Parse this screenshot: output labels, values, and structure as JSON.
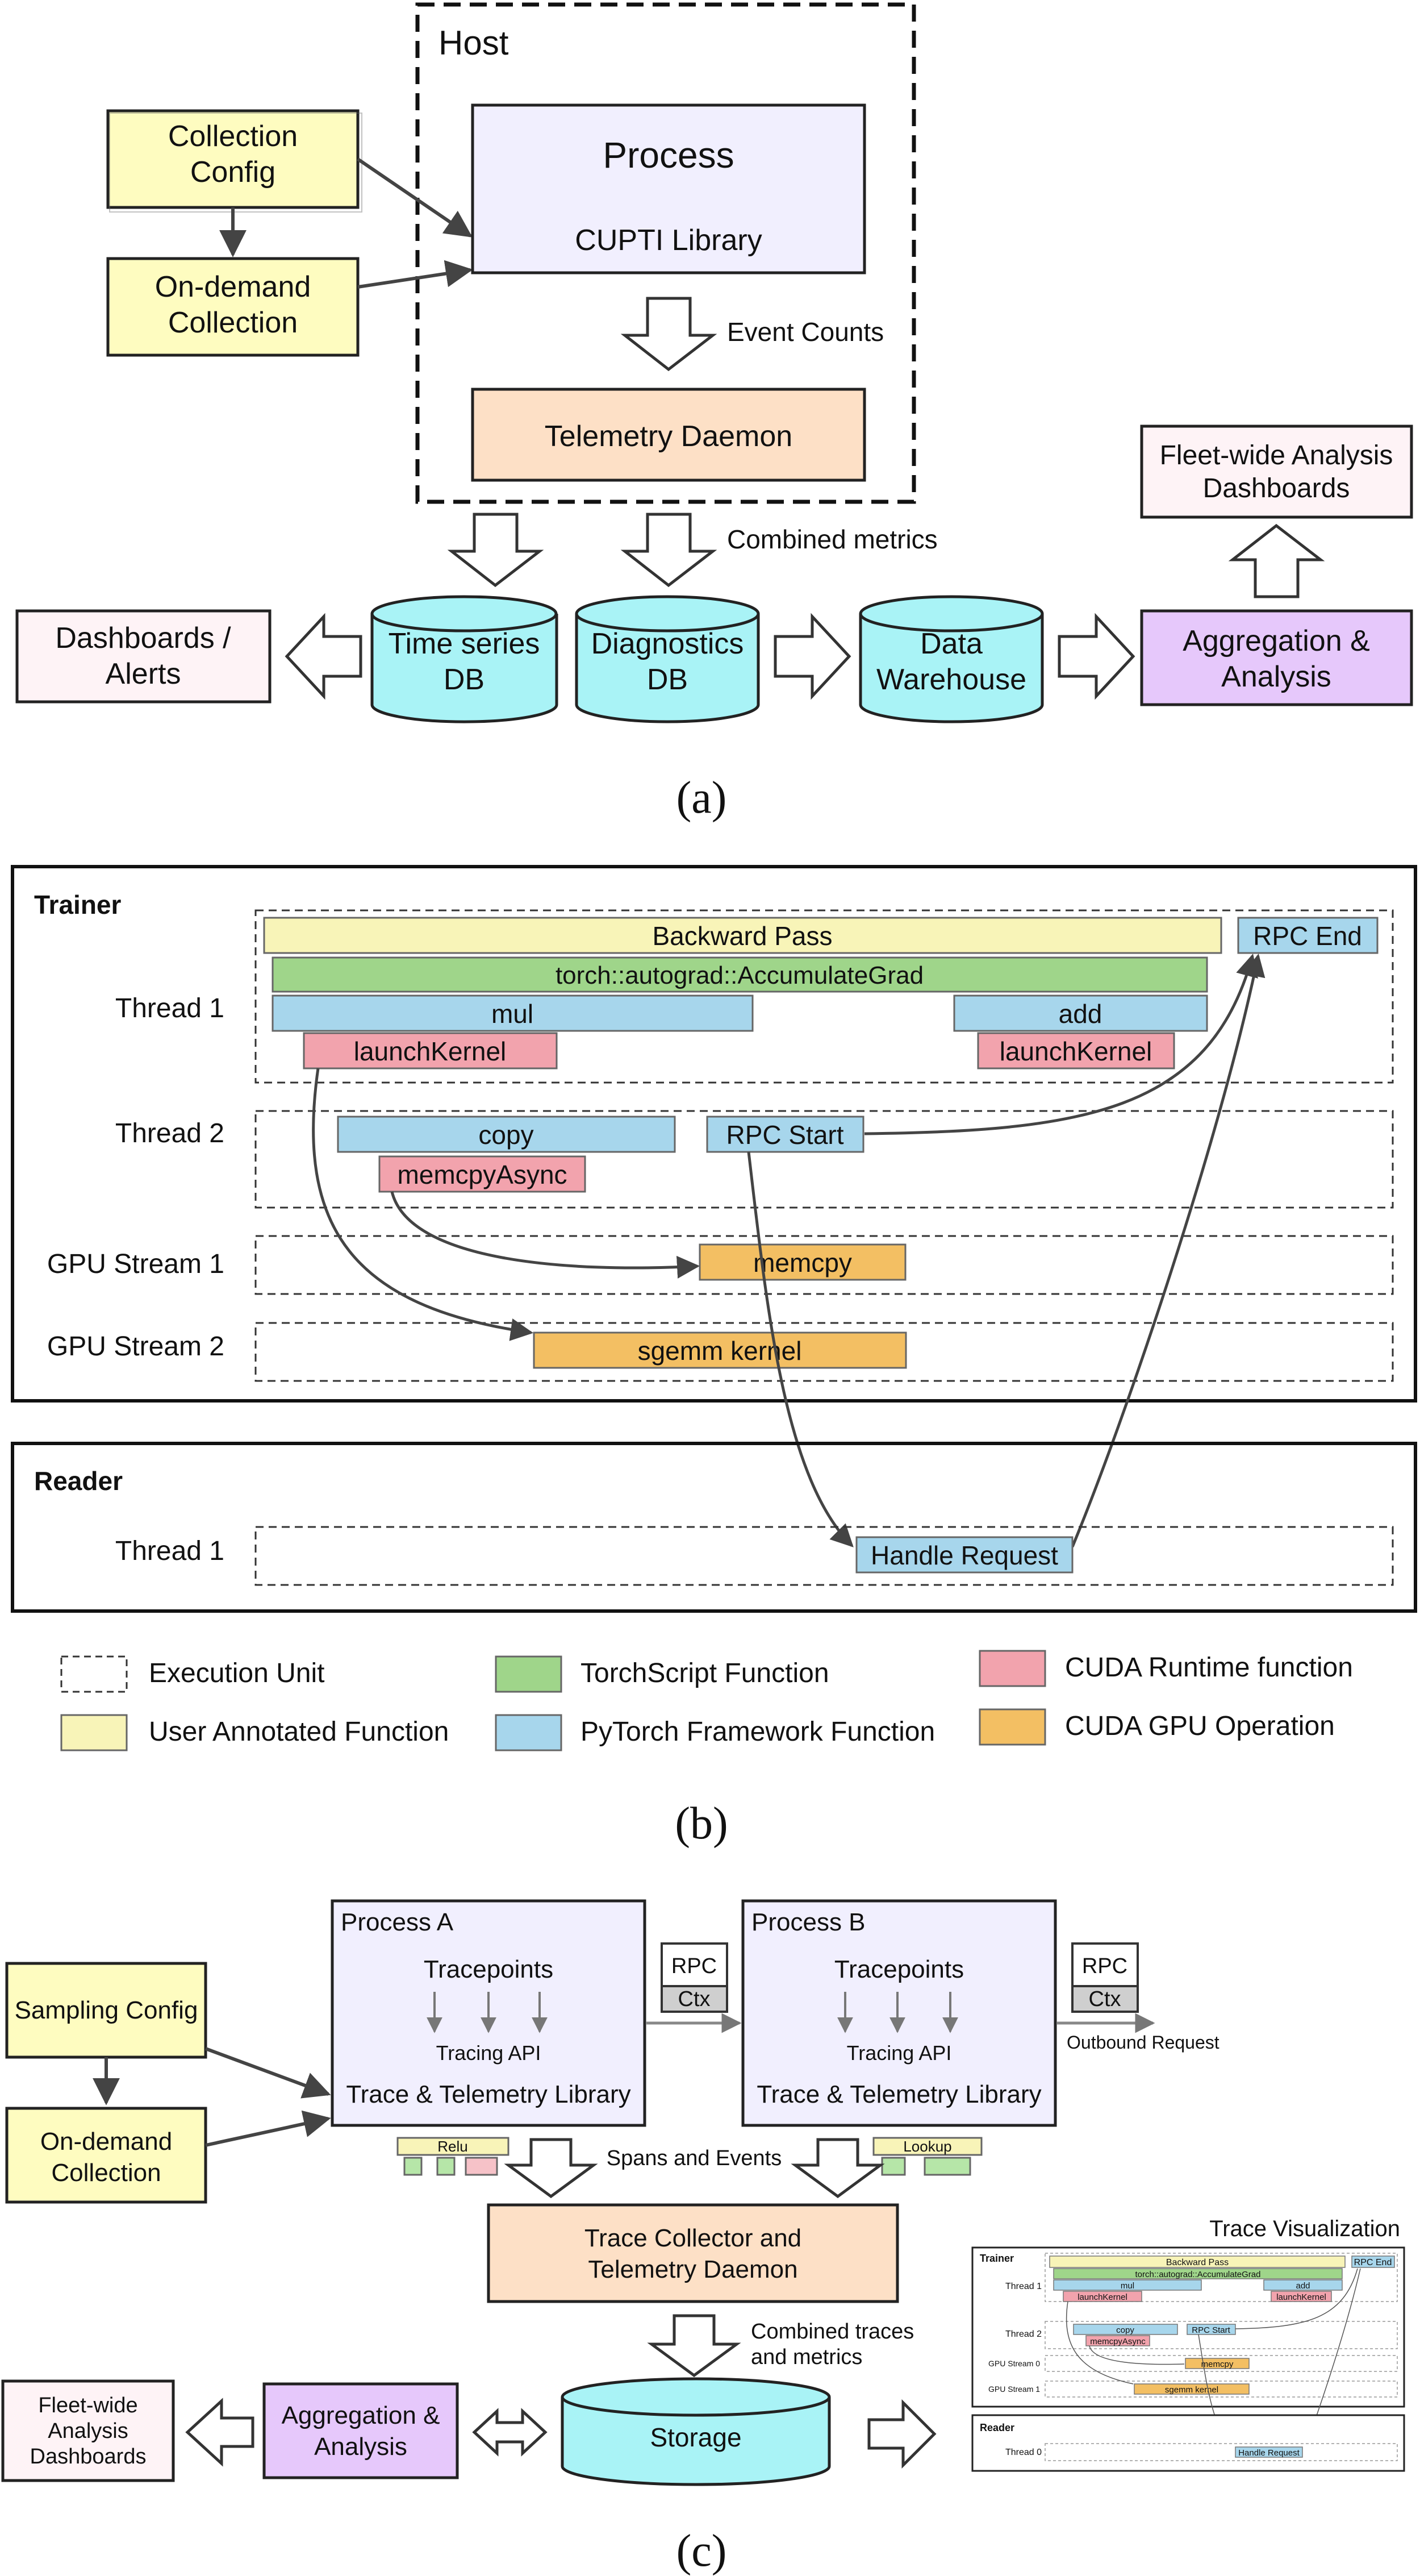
{
  "a": {
    "host": "Host",
    "collection_config": [
      "Collection",
      "Config"
    ],
    "on_demand": [
      "On-demand",
      "Collection"
    ],
    "process_title": "Process",
    "process_lib": "CUPTI Library",
    "event_counts": "Event Counts",
    "telemetry": "Telemetry Daemon",
    "combined": "Combined metrics",
    "dashboards_alerts": [
      "Dashboards /",
      "Alerts"
    ],
    "tsdb": [
      "Time series",
      "DB"
    ],
    "diagdb": [
      "Diagnostics",
      "DB"
    ],
    "warehouse": [
      "Data",
      "Warehouse"
    ],
    "aggregation": [
      "Aggregation &",
      "Analysis"
    ],
    "fleet": [
      "Fleet-wide Analysis",
      "Dashboards"
    ],
    "caption": "(a)"
  },
  "b": {
    "trainer": "Trainer",
    "reader": "Reader",
    "rows": {
      "thread1": "Thread 1",
      "thread2": "Thread 2",
      "gpu1": "GPU Stream 1",
      "gpu2": "GPU Stream 2",
      "reader_thread1": "Thread 1"
    },
    "spans": {
      "backward": "Backward Pass",
      "rpc_end": "RPC End",
      "accumulate": "torch::autograd::AccumulateGrad",
      "mul": "mul",
      "add": "add",
      "launch1": "launchKernel",
      "launch2": "launchKernel",
      "copy": "copy",
      "rpc_start": "RPC Start",
      "memcpy_async": "memcpyAsync",
      "memcpy": "memcpy",
      "sgemm": "sgemm kernel",
      "handle": "Handle Request"
    },
    "legend": {
      "exec": "Execution Unit",
      "user": "User Annotated Function",
      "torchscript": "TorchScript Function",
      "pytorch": "PyTorch Framework Function",
      "cuda_rt": "CUDA Runtime function",
      "cuda_gpu": "CUDA GPU Operation"
    },
    "caption": "(b)"
  },
  "c": {
    "process_a": "Process A",
    "process_b": "Process B",
    "tracepoints": "Tracepoints",
    "tracing_api": "Tracing API",
    "library": "Trace & Telemetry Library",
    "rpc": "RPC",
    "ctx": "Ctx",
    "outbound": "Outbound Request",
    "sampling": "Sampling Config",
    "on_demand": [
      "On-demand",
      "Collection"
    ],
    "relu": "Relu",
    "lookup": "Lookup",
    "spans_events": "Spans and Events",
    "collector": [
      "Trace Collector and",
      "Telemetry Daemon"
    ],
    "combined": [
      "Combined traces",
      "and metrics"
    ],
    "storage": "Storage",
    "aggregation": [
      "Aggregation &",
      "Analysis"
    ],
    "fleet": [
      "Fleet-wide",
      "Analysis",
      "Dashboards"
    ],
    "trace_vis": "Trace Visualization",
    "mini": {
      "trainer": "Trainer",
      "reader": "Reader",
      "thread1": "Thread 1",
      "thread2": "Thread 2",
      "gpu0": "GPU Stream 0",
      "gpu1": "GPU Stream 1",
      "thread0": "Thread 0",
      "backward": "Backward Pass",
      "rpc_end": "RPC End",
      "accumulate": "torch::autograd::AccumulateGrad",
      "mul": "mul",
      "add": "add",
      "launch1": "launchKernel",
      "launch2": "launchKernel",
      "copy": "copy",
      "rpc_start": "RPC Start",
      "memcpy_async": "memcpyAsync",
      "memcpy": "memcpy",
      "sgemm": "sgemm kernel",
      "handle": "Handle Request"
    },
    "caption": "(c)"
  },
  "colors": {
    "yellow": "#fefcc0",
    "lavender": "#f1effe",
    "peach": "#fde0c6",
    "cyan": "#a9f3f6",
    "purple": "#e6c8fb",
    "pink": "#fef3f6",
    "user": "#f8f4b8",
    "torchscript": "#9fd58a",
    "pytorch": "#a7d6ec",
    "cuda_rt": "#f2a3ad",
    "cuda_gpu": "#f3bf63"
  }
}
